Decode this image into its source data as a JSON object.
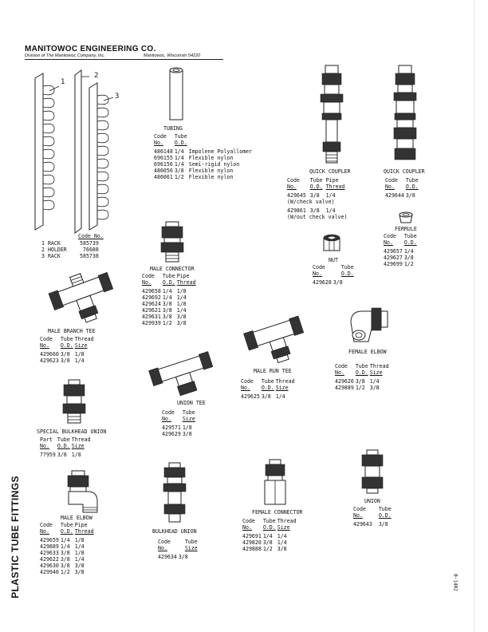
{
  "header": {
    "company": "MANITOWOC ENGINEERING CO.",
    "division": "Division of The Manitowoc Company, Inc.",
    "location": "Manitowoc, Wisconsin 54220"
  },
  "side_title": "PLASTIC TUBE FITTINGS",
  "doc_code": "0-1402",
  "rack": {
    "callouts": [
      "1",
      "2",
      "3"
    ],
    "header": "Code No.",
    "rows": [
      {
        "item": "1 RACK",
        "code": "585739"
      },
      {
        "item": "2 HOLDER",
        "code": "76688"
      },
      {
        "item": "3 RACK",
        "code": "585738"
      }
    ]
  },
  "tubing": {
    "title": "TUBING",
    "head1": [
      "Code",
      "Tube"
    ],
    "head2": [
      "No.",
      "O.D."
    ],
    "rows": [
      [
        "486148",
        "1/4",
        "Impolene Polyallomer"
      ],
      [
        "696155",
        "1/4",
        "Flexible nylon"
      ],
      [
        "696156",
        "1/4",
        "Semi-rigid nylon"
      ],
      [
        "486056",
        "3/8",
        "Flexible nylon"
      ],
      [
        "486061",
        "1/2",
        "Flexible nylon"
      ]
    ]
  },
  "quick_coupler_1": {
    "title": "QUICK COUPLER",
    "head1": [
      "Code",
      "Tube",
      "Pipe"
    ],
    "head2": [
      "No.",
      "O.D.",
      "Thread"
    ],
    "row1": [
      "429645",
      "3/8",
      "1/4"
    ],
    "note1": "(W/check valve)",
    "row2": [
      "429861",
      "3/8",
      "1/4"
    ],
    "note2": "(W/out check valve)"
  },
  "quick_coupler_2": {
    "title": "QUICK COUPLER",
    "head1": [
      "Code",
      "Tube"
    ],
    "head2": [
      "No.",
      "O.D."
    ],
    "rows": [
      [
        "429644",
        "3/8"
      ]
    ]
  },
  "ferrule": {
    "title": "FERRULE",
    "head1": [
      "Code",
      "Tube"
    ],
    "head2": [
      "No.",
      "O.D."
    ],
    "rows": [
      [
        "429657",
        "1/4"
      ],
      [
        "429627",
        "3/8"
      ],
      [
        "429699",
        "1/2"
      ]
    ]
  },
  "nut": {
    "title": "NUT",
    "head1": [
      "Code",
      "Tube"
    ],
    "head2": [
      "No.",
      "O.D."
    ],
    "rows": [
      [
        "429628",
        "3/8"
      ]
    ]
  },
  "male_connector": {
    "title": "MALE CONNECTOR",
    "head1": [
      "Code",
      "Tube",
      "Pipe"
    ],
    "head2": [
      "No.",
      "O.D.",
      "Thread"
    ],
    "rows": [
      [
        "429658",
        "1/4",
        "1/8"
      ],
      [
        "429692",
        "1/4",
        "1/4"
      ],
      [
        "429624",
        "3/8",
        "1/8"
      ],
      [
        "429621",
        "3/8",
        "1/4"
      ],
      [
        "429631",
        "3/8",
        "3/8"
      ],
      [
        "429939",
        "1/2",
        "3/8"
      ]
    ]
  },
  "male_branch_tee": {
    "title": "MALE BRANCH TEE",
    "head1": [
      "Code",
      "Tube",
      "Thread"
    ],
    "head2": [
      "No.",
      "O.D.",
      "Size"
    ],
    "rows": [
      [
        "429660",
        "3/8",
        "1/8"
      ],
      [
        "429623",
        "3/8",
        "1/4"
      ]
    ]
  },
  "female_elbow": {
    "title": "FEMALE ELBOW",
    "head1": [
      "Code",
      "Tube",
      "Thread"
    ],
    "head2": [
      "No.",
      "O.D.",
      "Size"
    ],
    "rows": [
      [
        "429626",
        "3/8",
        "1/4"
      ],
      [
        "429889",
        "1/2",
        "3/8"
      ]
    ]
  },
  "male_run_tee": {
    "title": "MALE RUN TEE",
    "head1": [
      "Code",
      "Tube",
      "Thread"
    ],
    "head2": [
      "No.",
      "O.D.",
      "Size"
    ],
    "rows": [
      [
        "429625",
        "3/8",
        "1/4"
      ]
    ]
  },
  "union_tee": {
    "title": "UNION TEE",
    "head1": [
      "Code",
      "Tube"
    ],
    "head2": [
      "No.",
      "Size"
    ],
    "rows": [
      [
        "429571",
        "1/8"
      ],
      [
        "429629",
        "3/8"
      ]
    ]
  },
  "special_bulkhead_union": {
    "title": "SPECIAL BULKHEAD UNION",
    "head1": [
      "Part",
      "Tube",
      "Thread"
    ],
    "head2": [
      "No.",
      "O.D.",
      "Size"
    ],
    "rows": [
      [
        "77959",
        "3/8",
        "1/8"
      ]
    ]
  },
  "male_elbow": {
    "title": "MALE ELBOW",
    "head1": [
      "Code",
      "Tube",
      "Pipe"
    ],
    "head2": [
      "No.",
      "O.D.",
      "Thread"
    ],
    "rows": [
      [
        "429659",
        "1/4",
        "1/8"
      ],
      [
        "429889",
        "1/4",
        "1/4"
      ],
      [
        "429633",
        "3/8",
        "1/8"
      ],
      [
        "429622",
        "3/8",
        "1/4"
      ],
      [
        "429630",
        "3/8",
        "3/8"
      ],
      [
        "429940",
        "1/2",
        "3/8"
      ]
    ]
  },
  "bulkhead_union": {
    "title": "BULKHEAD UNION",
    "head1": [
      "Code",
      "Tube"
    ],
    "head2": [
      "No.",
      "Size"
    ],
    "rows": [
      [
        "429634",
        "3/8"
      ]
    ]
  },
  "female_connector": {
    "title": "FEMALE CONNECTOR",
    "head1": [
      "Code",
      "Tube",
      "Thread"
    ],
    "head2": [
      "No.",
      "O.D.",
      "Size"
    ],
    "rows": [
      [
        "429691",
        "1/4",
        "1/4"
      ],
      [
        "429820",
        "3/8",
        "1/4"
      ],
      [
        "429888",
        "1/2",
        "3/8"
      ]
    ]
  },
  "union": {
    "title": "UNION",
    "head1": [
      "Code",
      "Tube"
    ],
    "head2": [
      "No.",
      "O.D."
    ],
    "rows": [
      [
        "429643",
        "3/8"
      ]
    ]
  }
}
